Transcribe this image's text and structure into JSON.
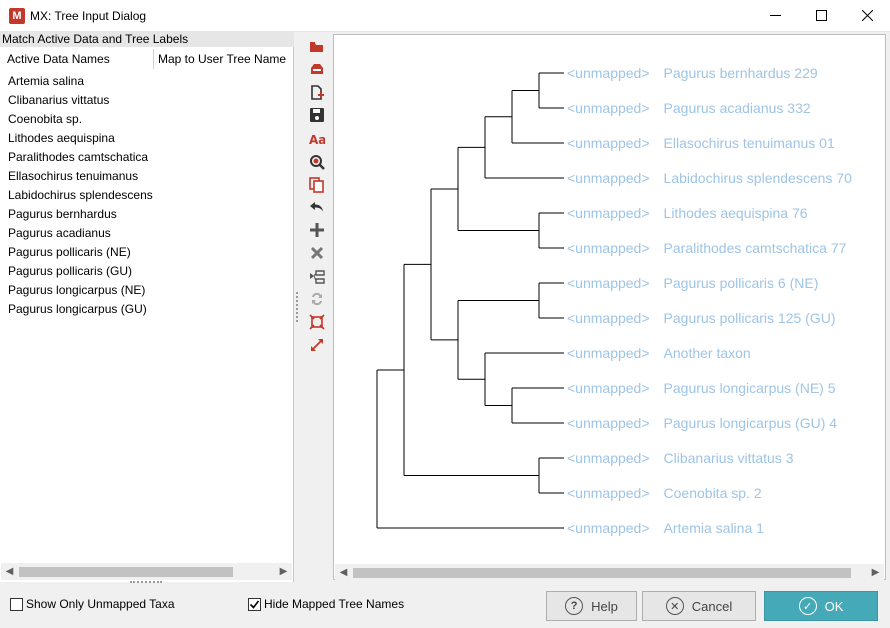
{
  "window": {
    "title": "MX: Tree Input Dialog",
    "app_icon_glyph": "M",
    "accent_color": "#c0392b"
  },
  "left_panel": {
    "header": "Match Active Data and Tree Labels",
    "columns": [
      "Active Data Names",
      "Map to User Tree Name"
    ],
    "taxa": [
      "Artemia salina",
      "Clibanarius vittatus",
      "Coenobita sp.",
      "Lithodes aequispina",
      "Paralithodes camtschatica",
      "Ellasochirus tenuimanus",
      "Labidochirus splendescens",
      "Pagurus bernhardus",
      "Pagurus acadianus",
      "Pagurus pollicaris (NE)",
      "Pagurus pollicaris (GU)",
      "Pagurus longicarpus (NE)",
      "Pagurus longicarpus (GU)"
    ]
  },
  "toolbar": {
    "tools": [
      {
        "name": "open-folder-icon",
        "color": "#c0392b"
      },
      {
        "name": "open-tree-icon",
        "color": "#c0392b"
      },
      {
        "name": "new-file-icon",
        "color": "#333333"
      },
      {
        "name": "save-icon",
        "color": "#333333"
      },
      {
        "name": "font-icon",
        "color": "#c0392b"
      },
      {
        "name": "search-icon",
        "color": "#c0392b"
      },
      {
        "name": "copy-icon",
        "color": "#c0392b"
      },
      {
        "name": "undo-icon",
        "color": "#333333"
      },
      {
        "name": "add-icon",
        "color": "#555555"
      },
      {
        "name": "delete-icon",
        "color": "#777777"
      },
      {
        "name": "tree-layout-icon",
        "color": "#555555"
      },
      {
        "name": "swap-icon",
        "color": "#aaaaaa"
      },
      {
        "name": "fit-icon",
        "color": "#c0392b"
      },
      {
        "name": "expand-icon",
        "color": "#c0392b"
      }
    ]
  },
  "tree": {
    "status_label": "<unmapped>",
    "leaf_color": "#9ec4e6",
    "leaves": [
      "Pagurus bernhardus 229",
      "Pagurus acadianus 332",
      "Ellasochirus tenuimanus 01",
      "Labidochirus splendescens 70",
      "Lithodes aequispina 76",
      "Paralithodes camtschatica 77",
      "Pagurus pollicaris 6 (NE)",
      "Pagurus pollicaris 125 (GU)",
      "Another taxon",
      "Pagurus longicarpus (NE) 5",
      "Pagurus longicarpus (GU) 4",
      "Clibanarius vittatus 3",
      "Coenobita sp. 2",
      "Artemia salina 1"
    ]
  },
  "bottom": {
    "show_only_unmapped": {
      "label": "Show Only Unmapped Taxa",
      "checked": false
    },
    "hide_mapped": {
      "label": "Hide Mapped Tree Names",
      "checked": true
    },
    "help_label": "Help",
    "cancel_label": "Cancel",
    "ok_label": "OK",
    "ok_color": "#46a9b8"
  }
}
